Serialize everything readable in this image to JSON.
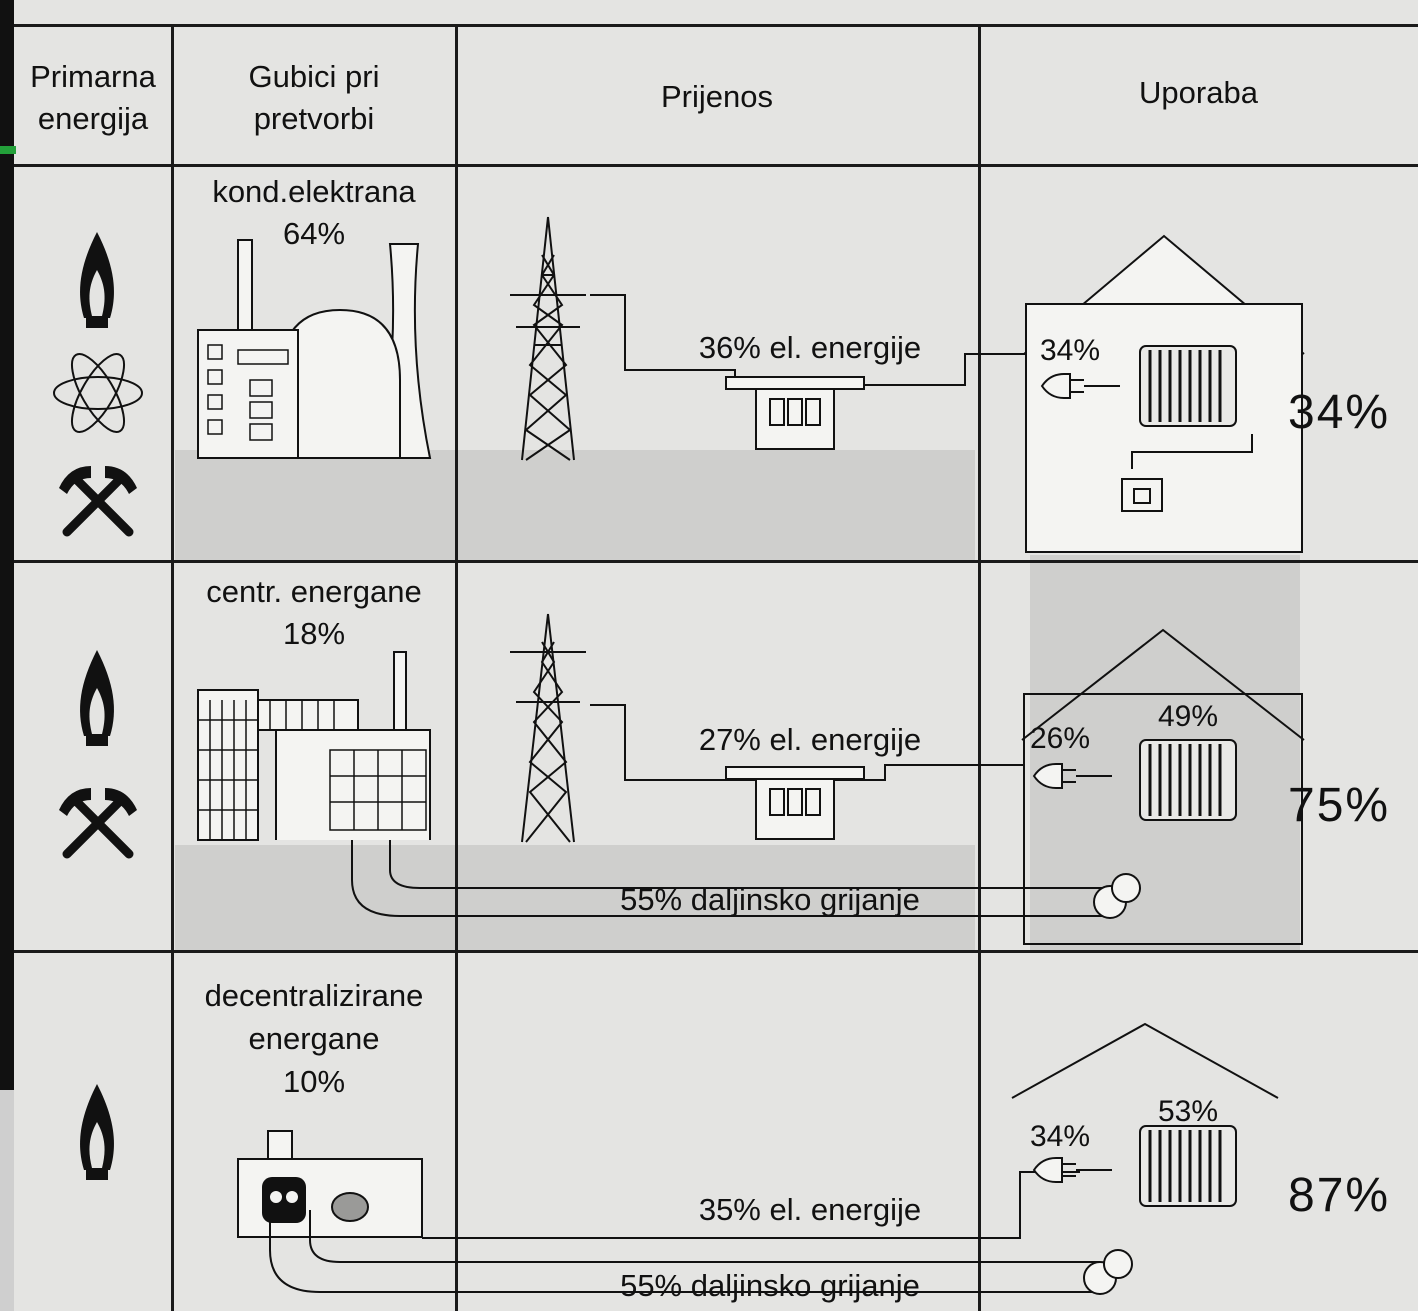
{
  "headers": {
    "primary": [
      "Primarna",
      "energija"
    ],
    "losses": [
      "Gubici pri",
      "pretvorbi"
    ],
    "transmission": "Prijenos",
    "use": "Uporaba"
  },
  "rows": [
    {
      "plant": [
        "kond.elektrana"
      ],
      "plant_loss": "64%",
      "electric": "36% el. energije",
      "house_electric": "34%",
      "house_heat": "",
      "heating": "",
      "total": "34%",
      "fuels": [
        "flame-icon",
        "atom-icon",
        "mining-icon"
      ]
    },
    {
      "plant": [
        "centr. energane"
      ],
      "plant_loss": "18%",
      "electric": "27% el. energije",
      "house_electric": "26%",
      "house_heat": "49%",
      "heating": "55% daljinsko grijanje",
      "total": "75%",
      "fuels": [
        "flame-icon",
        "mining-icon"
      ]
    },
    {
      "plant": [
        "decentralizirane",
        "energane"
      ],
      "plant_loss": "10%",
      "electric": "35% el. energije",
      "house_electric": "34%",
      "house_heat": "53%",
      "heating": "55% daljinsko grijanje",
      "total": "87%",
      "fuels": [
        "flame-icon"
      ]
    }
  ]
}
